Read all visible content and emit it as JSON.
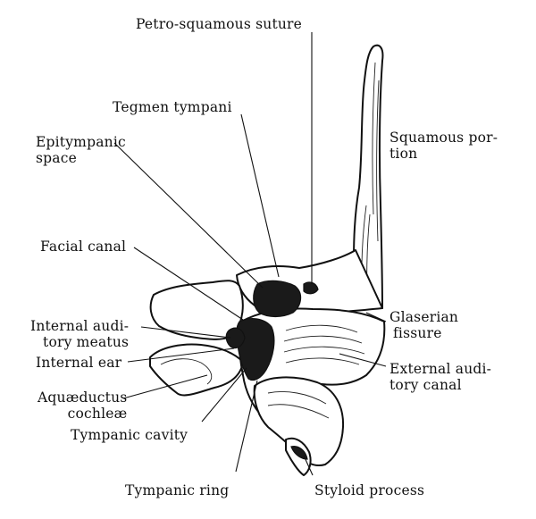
{
  "labels": {
    "petro_squamous_suture": "Petro-squamous suture",
    "tegmen_tympani": "Tegmen tympani",
    "epitympanic_space": [
      "Epitympanic",
      "space"
    ],
    "squamous_portion": [
      "Squamous por-",
      "tion"
    ],
    "facial_canal": "Facial canal",
    "internal_auditory_meatus": [
      "Internal audi-",
      "tory meatus"
    ],
    "internal_ear": "Internal ear",
    "aquaeductus_cochleae": [
      "Aquæductus",
      "cochleæ"
    ],
    "tympanic_cavity": "Tympanic cavity",
    "tympanic_ring": "Tympanic ring",
    "styloid_process": "Styloid process",
    "glaserian_fissure": [
      "Glaserian",
      "fissure"
    ],
    "external_auditory_canal": [
      "External audi-",
      "tory canal"
    ]
  }
}
